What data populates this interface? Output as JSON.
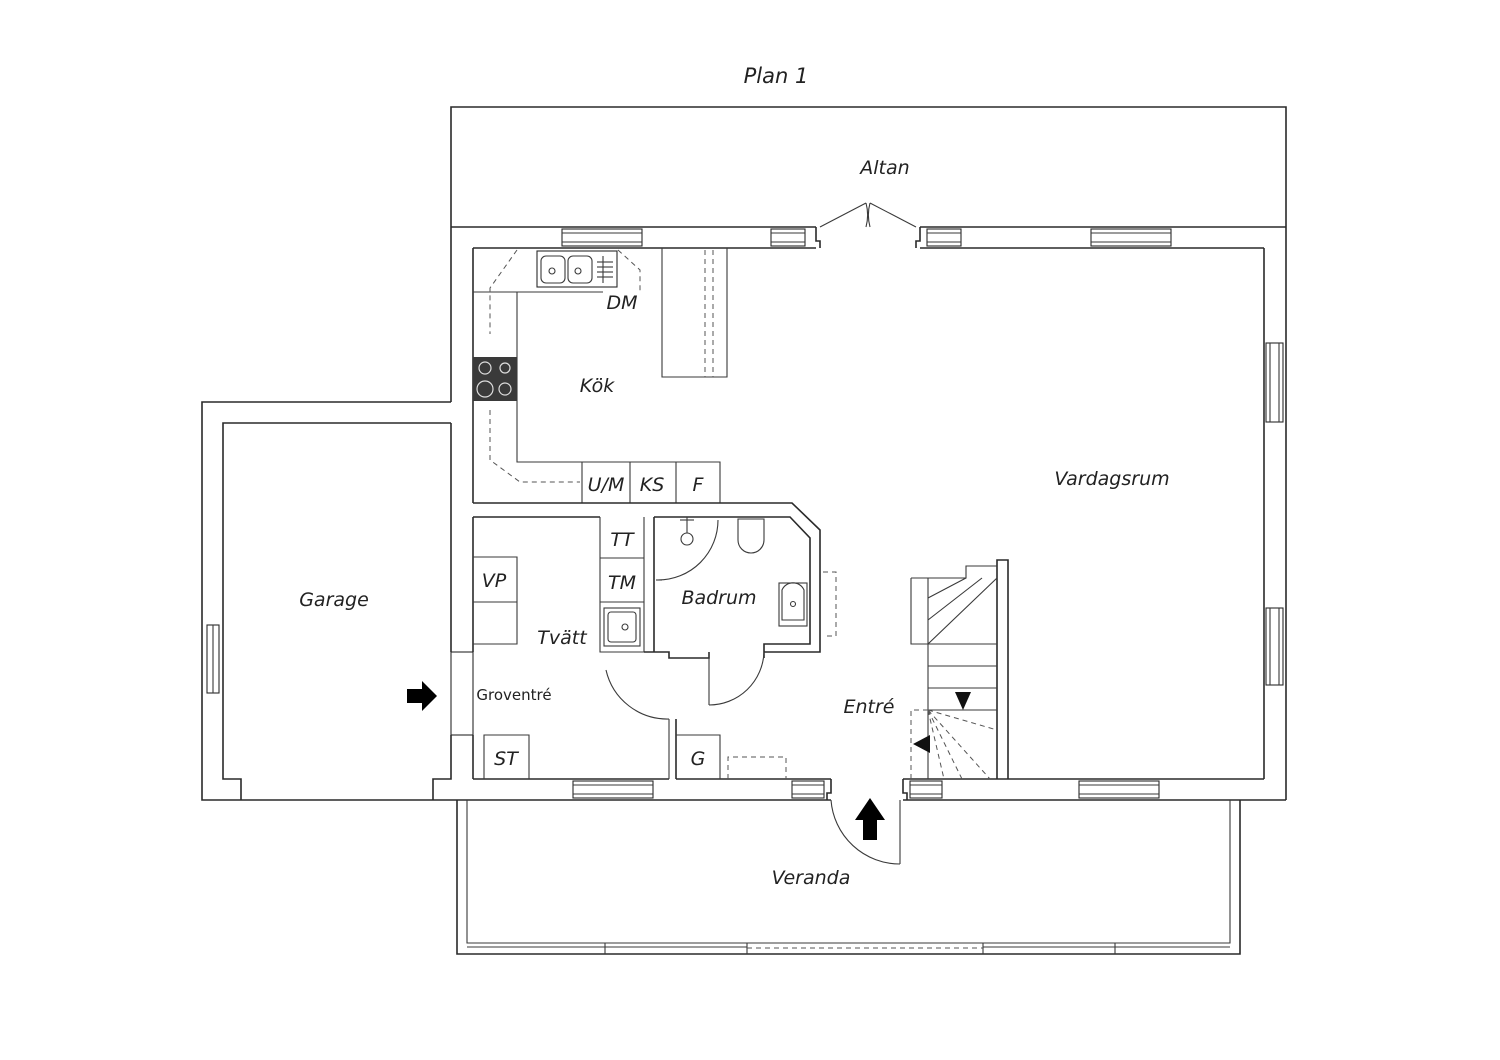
{
  "title": "Plan 1",
  "rooms": {
    "altan": "Altan",
    "dm": "DM",
    "kok": "Kök",
    "vardagsrum": "Vardagsrum",
    "garage": "Garage",
    "um": "U/M",
    "ks": "KS",
    "f": "F",
    "tt": "TT",
    "tm": "TM",
    "vp": "VP",
    "badrum": "Badrum",
    "tvatt": "Tvätt",
    "groventre": "Groventré",
    "entre": "Entré",
    "st": "ST",
    "g": "G",
    "veranda": "Veranda"
  }
}
